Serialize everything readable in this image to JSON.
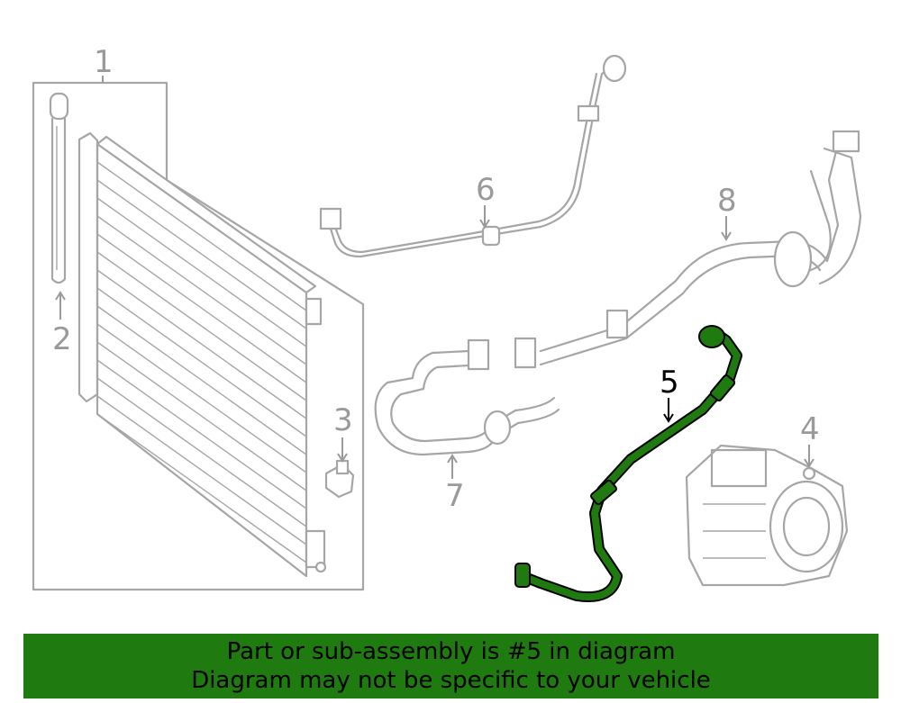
{
  "diagram": {
    "callouts": [
      {
        "id": "1",
        "label": "1"
      },
      {
        "id": "2",
        "label": "2"
      },
      {
        "id": "3",
        "label": "3"
      },
      {
        "id": "4",
        "label": "4"
      },
      {
        "id": "5",
        "label": "5"
      },
      {
        "id": "6",
        "label": "6"
      },
      {
        "id": "7",
        "label": "7"
      },
      {
        "id": "8",
        "label": "8"
      }
    ],
    "highlighted_part": "5",
    "colors": {
      "part_outline": "#a6a6a6",
      "highlight": "#1f7a10",
      "banner": "#1f7a10"
    }
  },
  "banner": {
    "line1": "Part or sub-assembly is #5 in diagram",
    "line2": "Diagram may not be specific to your vehicle"
  }
}
